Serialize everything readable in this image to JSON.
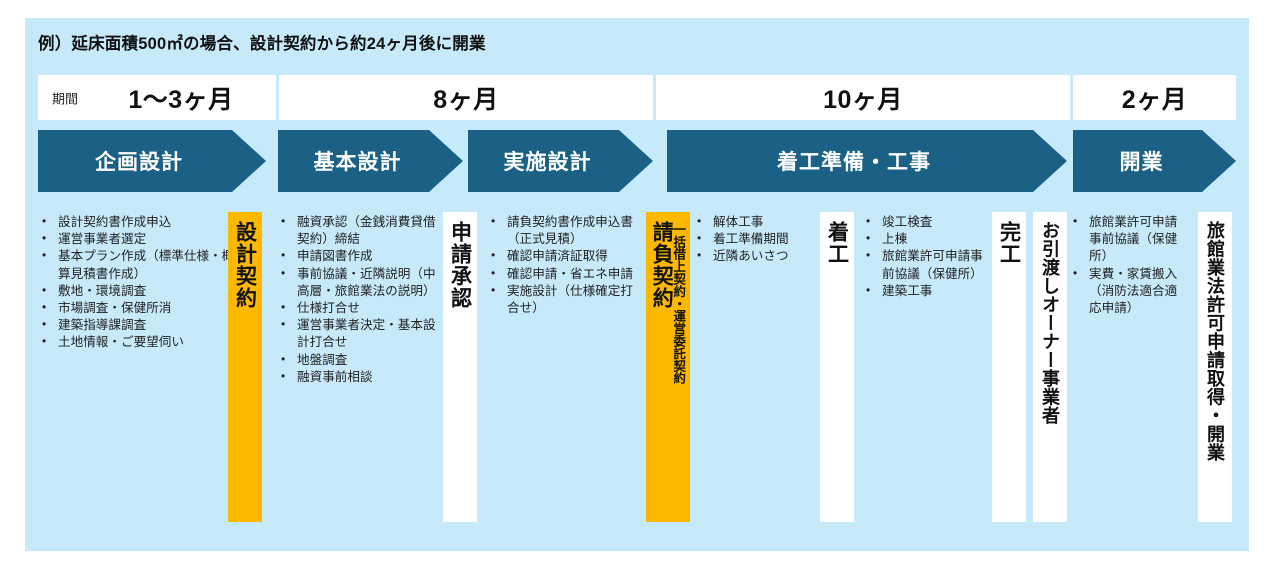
{
  "diagram": {
    "title": "例）延床面積500㎡の場合、設計契約から約24ヶ月後に開業",
    "accent_teal": "#1a6185",
    "accent_orange": "#fcb900",
    "panel_bg": "#c7eafb"
  },
  "period_row": {
    "label": "期間",
    "cells": [
      {
        "value": "1～3ヶ月"
      },
      {
        "value": "8ヶ月"
      },
      {
        "value": "10ヶ月"
      },
      {
        "value": "2ヶ月"
      }
    ]
  },
  "phases": [
    {
      "label": "企画設計"
    },
    {
      "label": "基本設計"
    },
    {
      "label": "実施設計"
    },
    {
      "label": "着工準備・工事"
    },
    {
      "label": "開業"
    }
  ],
  "columns": [
    {
      "name": "企画設計",
      "items": [
        "設計契約書作成申込",
        "運営事業者選定",
        "基本プラン作成（標準仕様・概算見積書作成）",
        "敷地・環境調査",
        "市場調査・保健所消",
        "建築指導課調査",
        "土地情報・ご要望伺い"
      ]
    },
    {
      "name": "基本設計",
      "items": [
        "融資承認（金銭消費貸借契約）締結",
        "申請図書作成",
        "事前協議・近隣説明（中高層・旅館業法の説明）",
        "仕様打合せ",
        "運営事業者決定・基本設計打合せ",
        "地盤調査",
        "融資事前相談"
      ]
    },
    {
      "name": "実施設計",
      "items": [
        "請負契約書作成申込書（正式見積）",
        "確認申請済証取得",
        "確認申請・省エネ申請",
        "実施設計（仕様確定打合せ）"
      ]
    },
    {
      "name": "着工準備",
      "items": [
        "解体工事",
        "着工準備期間",
        "近隣あいさつ"
      ]
    },
    {
      "name": "工事",
      "items": [
        "竣工検査",
        "上棟",
        "旅館業許可申請事前協議（保健所）",
        "建築工事"
      ]
    },
    {
      "name": "開業",
      "items": [
        "旅館業許可申請事前協議（保健所）",
        "実費・家賃搬入（消防法適合適応申請）"
      ]
    }
  ],
  "milestones": [
    {
      "name": "設計契約",
      "label": "設計契約",
      "sub": "",
      "style": "orange"
    },
    {
      "name": "申請承認",
      "label": "申請承認",
      "sub": "",
      "style": "white"
    },
    {
      "name": "請負契約",
      "label": "請負契約",
      "sub": "一括借上契約・運営委託契約",
      "style": "orange"
    },
    {
      "name": "着工",
      "label": "着工",
      "sub": "",
      "style": "white"
    },
    {
      "name": "完工",
      "label": "完工",
      "sub": "",
      "style": "white"
    },
    {
      "name": "お引渡しオーナー事業者",
      "label": "お引渡しオーナー事業者",
      "sub": "",
      "style": "white"
    },
    {
      "name": "旅館業法許可申請取得・開業",
      "label": "旅館業法許可申請取得・開業",
      "sub": "",
      "style": "white"
    }
  ]
}
